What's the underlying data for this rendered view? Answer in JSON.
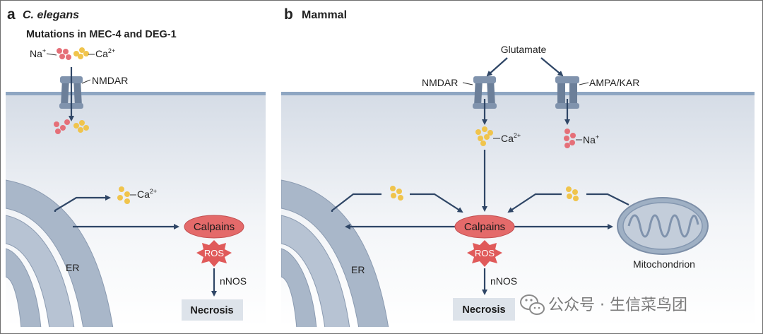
{
  "panel_a": {
    "letter": "a",
    "title": "C. elegans",
    "subtitle": "Mutations in MEC-4 and DEG-1",
    "na_label": "Na",
    "na_charge": "+",
    "ca_label": "Ca",
    "ca_charge": "2+",
    "receptor": "NMDAR",
    "ca_label_2": "Ca",
    "ca_charge_2": "2+",
    "er": "ER",
    "calpains": "Calpains",
    "ros": "ROS",
    "nnos": "nNOS",
    "outcome": "Necrosis"
  },
  "panel_b": {
    "letter": "b",
    "title": "Mammal",
    "glutamate": "Glutamate",
    "receptor_1": "NMDAR",
    "receptor_2": "AMPA/KAR",
    "ca_label": "Ca",
    "ca_charge": "2+",
    "na_label": "Na",
    "na_charge": "+",
    "er": "ER",
    "calpains": "Calpains",
    "ros": "ROS",
    "nnos": "nNOS",
    "outcome": "Necrosis",
    "mitochondrion": "Mitochondrion"
  },
  "watermark": {
    "text": "公众号 · 生信菜鸟团",
    "icon": "wechat-icon"
  },
  "colors": {
    "extracellular_line": "#8ea6c2",
    "cytoplasm_top": "#d7dde6",
    "organelle": "#a9b7c9",
    "arrow": "#2f4666",
    "calpain": "#e46a6a",
    "ros": "#e05a5a",
    "na_ion": "#e56f78",
    "ca_ion": "#f0c44c",
    "necrosis_box": "#dde3ea"
  }
}
